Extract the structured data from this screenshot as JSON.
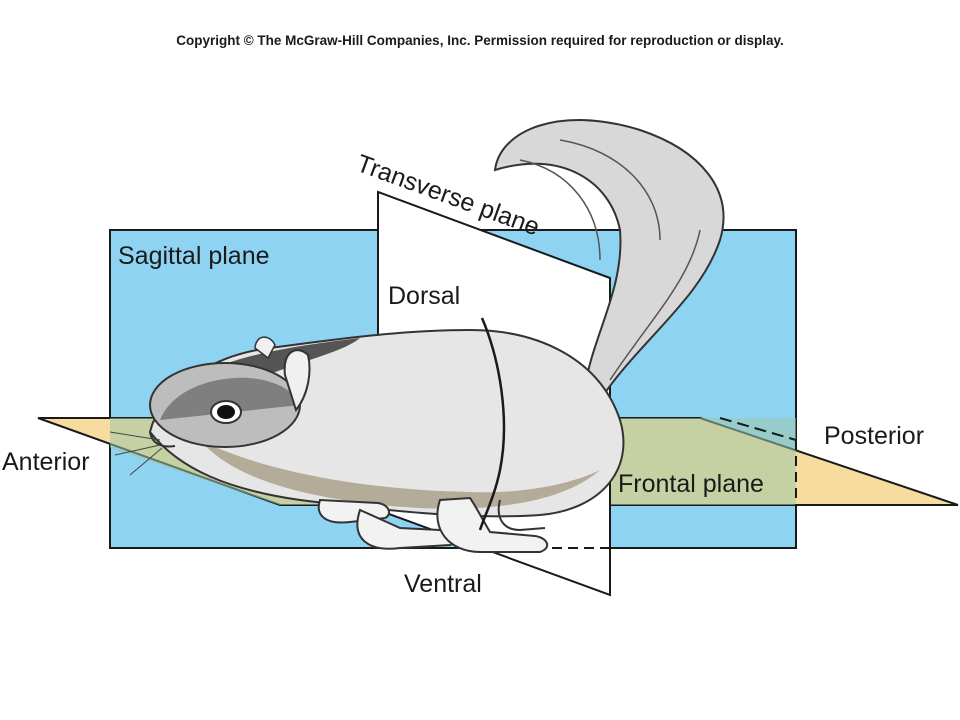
{
  "copyright": "Copyright © The McGraw-Hill Companies, Inc. Permission required for reproduction or display.",
  "labels": {
    "transverse": "Transverse plane",
    "sagittal": "Sagittal plane",
    "dorsal": "Dorsal",
    "posterior": "Posterior",
    "anterior": "Anterior",
    "frontal": "Frontal plane",
    "ventral": "Ventral"
  },
  "colors": {
    "sagittal_fill": "#8fd3f3",
    "frontal_fill": "#f7dca0",
    "overlap_fill": "#9cc7a6",
    "transverse_fill": "#ffffff",
    "outline": "#1a1a1a"
  },
  "illustration": "squirrel"
}
